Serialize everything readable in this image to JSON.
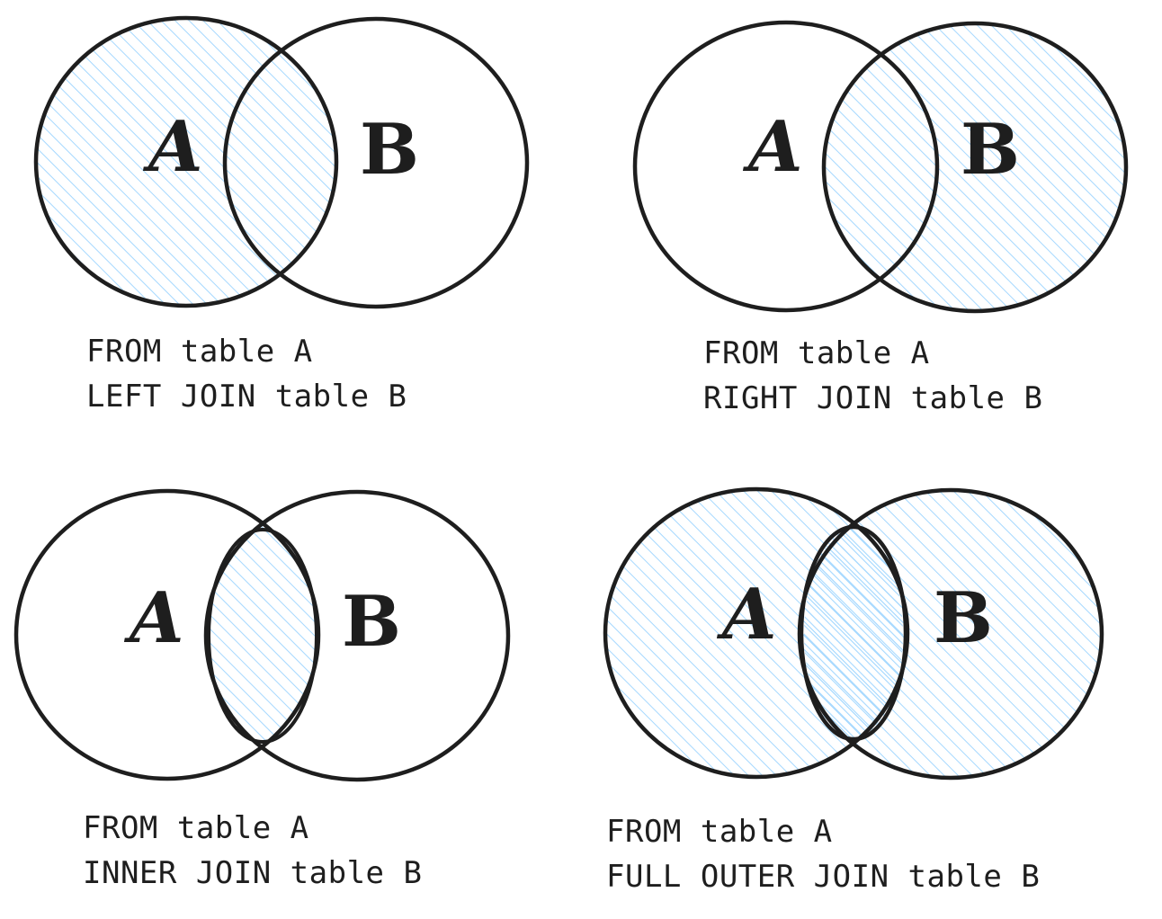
{
  "colors": {
    "stroke": "#1e1e1e",
    "hatch": "#a5d8ff",
    "background": "#ffffff"
  },
  "diagrams": [
    {
      "id": "left",
      "label_a": "A",
      "label_b": "B",
      "shaded": [
        "a_only",
        "overlap"
      ],
      "caption": [
        "FROM table A",
        "LEFT JOIN table B"
      ]
    },
    {
      "id": "right",
      "label_a": "A",
      "label_b": "B",
      "shaded": [
        "b_only",
        "overlap"
      ],
      "caption": [
        "FROM table A",
        "RIGHT JOIN table B"
      ]
    },
    {
      "id": "inner",
      "label_a": "A",
      "label_b": "B",
      "shaded": [
        "overlap"
      ],
      "caption": [
        "FROM table A",
        "INNER JOIN table B"
      ]
    },
    {
      "id": "full",
      "label_a": "A",
      "label_b": "B",
      "shaded": [
        "a_only",
        "b_only",
        "overlap"
      ],
      "caption": [
        "FROM table A",
        "FULL OUTER JOIN table B"
      ]
    }
  ]
}
